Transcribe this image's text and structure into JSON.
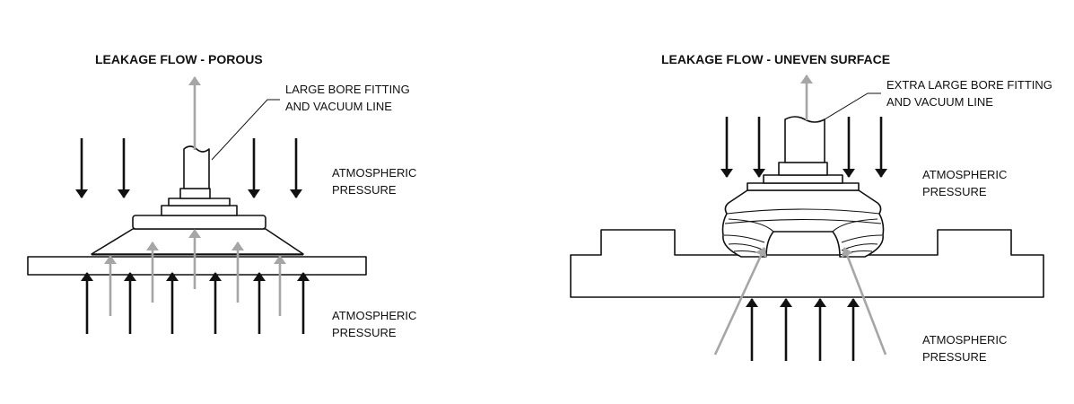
{
  "colors": {
    "ink": "#111111",
    "leak_arrow": "#a6a6a6",
    "background": "#ffffff"
  },
  "left_panel": {
    "title": "LEAKAGE FLOW - POROUS",
    "fitting_label": [
      "LARGE BORE FITTING",
      "AND VACUUM LINE"
    ],
    "upper_pressure_label": [
      "ATMOSPHERIC",
      "PRESSURE"
    ],
    "lower_pressure_label": [
      "ATMOSPHERIC",
      "PRESSURE"
    ]
  },
  "right_panel": {
    "title": "LEAKAGE FLOW - UNEVEN SURFACE",
    "fitting_label": [
      "EXTRA LARGE BORE FITTING",
      "AND VACUUM LINE"
    ],
    "upper_pressure_label": [
      "ATMOSPHERIC",
      "PRESSURE"
    ],
    "lower_pressure_label": [
      "ATMOSPHERIC",
      "PRESSURE"
    ]
  }
}
